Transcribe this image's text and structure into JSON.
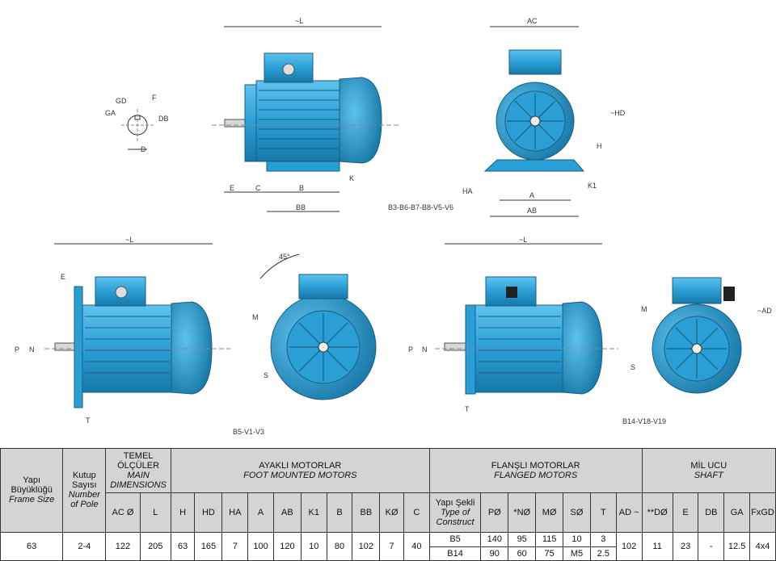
{
  "views": {
    "shaft_labels": [
      "GA",
      "GD",
      "F",
      "DB",
      "D"
    ],
    "foot_side_labels": [
      "~L",
      "E",
      "C",
      "B",
      "BB",
      "K"
    ],
    "foot_front_labels": [
      "AC",
      "~HD",
      "H",
      "HA",
      "A",
      "AB",
      "K1"
    ],
    "b5_side_labels": [
      "~L",
      "E",
      "P",
      "N",
      "T"
    ],
    "b5_front_labels": [
      "45°",
      "M",
      "S"
    ],
    "b14_side_labels": [
      "~L",
      "P",
      "N",
      "T"
    ],
    "b14_front_labels": [
      "M",
      "~AD",
      "S"
    ],
    "caption_foot": "B3-B6-B7-B8-V5-V6",
    "caption_b5": "B5-V1-V3",
    "caption_b14": "B14-V18-V19"
  },
  "table": {
    "frame_tr": "Yapı Büyüklüğü",
    "frame_en": "Frame Size",
    "pole_tr": "Kutup Sayısı",
    "pole_en": "Number of Pole",
    "main_tr": "TEMEL ÖLÇÜLER",
    "main_en": "MAIN DIMENSIONS",
    "foot_tr": "AYAKLI MOTORLAR",
    "foot_en": "FOOT MOUNTED MOTORS",
    "flange_tr": "FLANŞLI MOTORLAR",
    "flange_en": "FLANGED MOTORS",
    "shaft_tr": "MİL UCU",
    "shaft_en": "SHAFT",
    "type_tr": "Yapı Şekli",
    "type_en": "Type of Construct",
    "cols": {
      "ac": "AC Ø",
      "l": "L",
      "h": "H",
      "hd": "HD",
      "ha": "HA",
      "a": "A",
      "ab": "AB",
      "k1": "K1",
      "b": "B",
      "bb": "BB",
      "k": "KØ",
      "c": "C",
      "p": "PØ",
      "n": "*NØ",
      "m": "MØ",
      "s": "SØ",
      "t": "T",
      "ad": "AD ~",
      "d": "**DØ",
      "e": "E",
      "db": "DB",
      "ga": "GA",
      "fxgd": "FxGD"
    },
    "row": {
      "frame": "63",
      "pole": "2-4",
      "ac": "122",
      "l": "205",
      "h": "63",
      "hd": "165",
      "ha": "7",
      "a": "100",
      "ab": "120",
      "k1": "10",
      "b": "80",
      "bb": "102",
      "k": "7",
      "c": "40",
      "b5": {
        "type": "B5",
        "p": "140",
        "n": "95",
        "m": "115",
        "s": "10",
        "t": "3"
      },
      "b14": {
        "type": "B14",
        "p": "90",
        "n": "60",
        "m": "75",
        "s": "M5",
        "t": "2.5"
      },
      "ad": "102",
      "d": "11",
      "e": "23",
      "db": "-",
      "ga": "12.5",
      "fxgd": "4x4"
    }
  },
  "colors": {
    "motor": "#2a9fd6",
    "motor_dark": "#1778a8",
    "header_bg": "#d4d4d4"
  }
}
